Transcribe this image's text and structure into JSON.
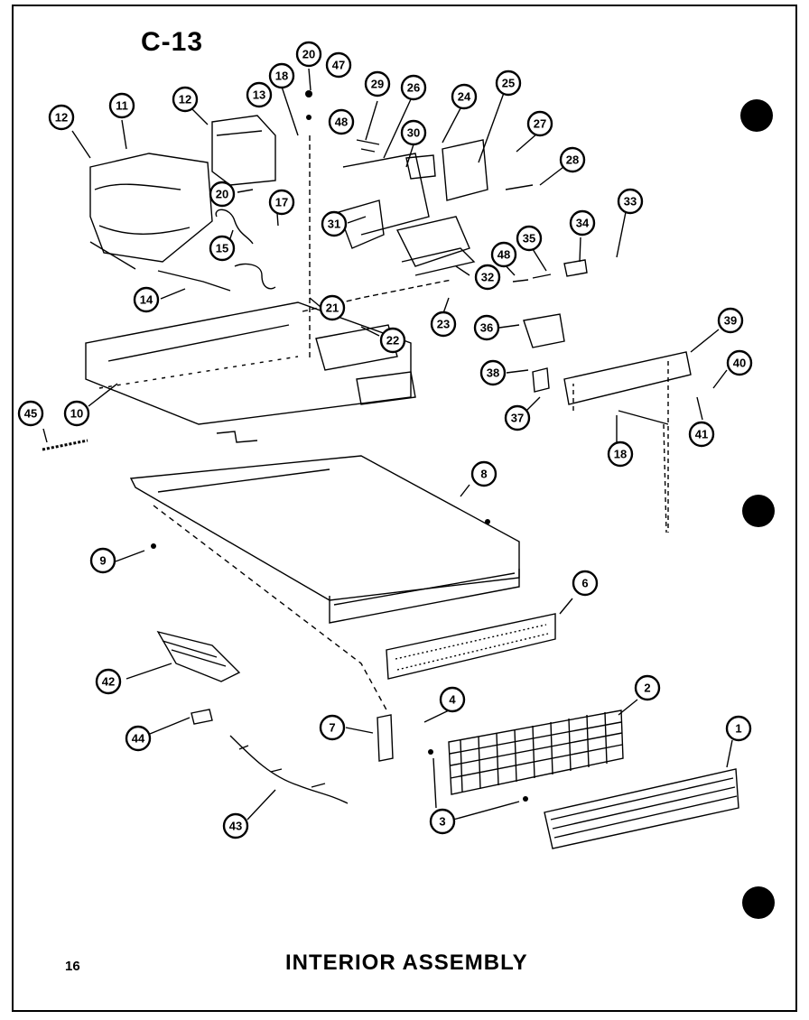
{
  "page": {
    "code": "C-13",
    "number": "16",
    "title": "INTERIOR ASSEMBLY"
  },
  "callouts": [
    {
      "id": "c12a",
      "label": "12"
    },
    {
      "id": "c11",
      "label": "11"
    },
    {
      "id": "c12b",
      "label": "12"
    },
    {
      "id": "c13",
      "label": "13"
    },
    {
      "id": "c18a",
      "label": "18"
    },
    {
      "id": "c20a",
      "label": "20"
    },
    {
      "id": "c47",
      "label": "47"
    },
    {
      "id": "c48a",
      "label": "48"
    },
    {
      "id": "c29",
      "label": "29"
    },
    {
      "id": "c26",
      "label": "26"
    },
    {
      "id": "c30",
      "label": "30"
    },
    {
      "id": "c24",
      "label": "24"
    },
    {
      "id": "c25",
      "label": "25"
    },
    {
      "id": "c27",
      "label": "27"
    },
    {
      "id": "c28",
      "label": "28"
    },
    {
      "id": "c20b",
      "label": "20"
    },
    {
      "id": "c17",
      "label": "17"
    },
    {
      "id": "c31",
      "label": "31"
    },
    {
      "id": "c15",
      "label": "15"
    },
    {
      "id": "c33",
      "label": "33"
    },
    {
      "id": "c34",
      "label": "34"
    },
    {
      "id": "c35",
      "label": "35"
    },
    {
      "id": "c48b",
      "label": "48"
    },
    {
      "id": "c32",
      "label": "32"
    },
    {
      "id": "c14",
      "label": "14"
    },
    {
      "id": "c21",
      "label": "21"
    },
    {
      "id": "c22",
      "label": "22"
    },
    {
      "id": "c23",
      "label": "23"
    },
    {
      "id": "c36",
      "label": "36"
    },
    {
      "id": "c39",
      "label": "39"
    },
    {
      "id": "c38",
      "label": "38"
    },
    {
      "id": "c40",
      "label": "40"
    },
    {
      "id": "c45",
      "label": "45"
    },
    {
      "id": "c10",
      "label": "10"
    },
    {
      "id": "c37",
      "label": "37"
    },
    {
      "id": "c41",
      "label": "41"
    },
    {
      "id": "c18b",
      "label": "18"
    },
    {
      "id": "c8",
      "label": "8"
    },
    {
      "id": "c9",
      "label": "9"
    },
    {
      "id": "c6",
      "label": "6"
    },
    {
      "id": "c42",
      "label": "42"
    },
    {
      "id": "c2",
      "label": "2"
    },
    {
      "id": "c1",
      "label": "1"
    },
    {
      "id": "c4",
      "label": "4"
    },
    {
      "id": "c44",
      "label": "44"
    },
    {
      "id": "c7",
      "label": "7"
    },
    {
      "id": "c3",
      "label": "3"
    },
    {
      "id": "c43",
      "label": "43"
    }
  ]
}
